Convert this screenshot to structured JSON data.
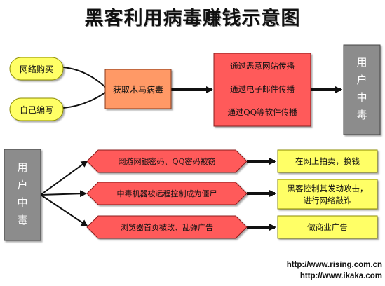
{
  "title": "黑客利用病毒赚钱示意图",
  "top_flow": {
    "sources": [
      "网络购买",
      "自己编写"
    ],
    "obtain": "获取木马病毒",
    "spread_methods": [
      "通过恶意网站传播",
      "通过电子邮件传播",
      "通过QQ等软件传播"
    ],
    "target": [
      "用",
      "户",
      "中",
      "毒"
    ]
  },
  "bottom_flow": {
    "source": [
      "用",
      "户",
      "中",
      "毒"
    ],
    "consequences": [
      "网游网银密码、QQ密码被窃",
      "中毒机器被远程控制成为僵尸",
      "浏览器首页被改、乱弹广告"
    ],
    "outcomes": [
      [
        "在网上拍卖，换钱"
      ],
      [
        "黑客控制其发动攻击，",
        "进行网络敲诈"
      ],
      [
        "做商业广告"
      ]
    ]
  },
  "footer": [
    "http://www.rising.com.cn",
    "http://www.ikaka.com"
  ],
  "colors": {
    "yellow": "#ffff66",
    "orange": "#ff9966",
    "red": "#ff5a5a",
    "gray": "#8c8c8c",
    "ink": "#1a1a1a"
  }
}
